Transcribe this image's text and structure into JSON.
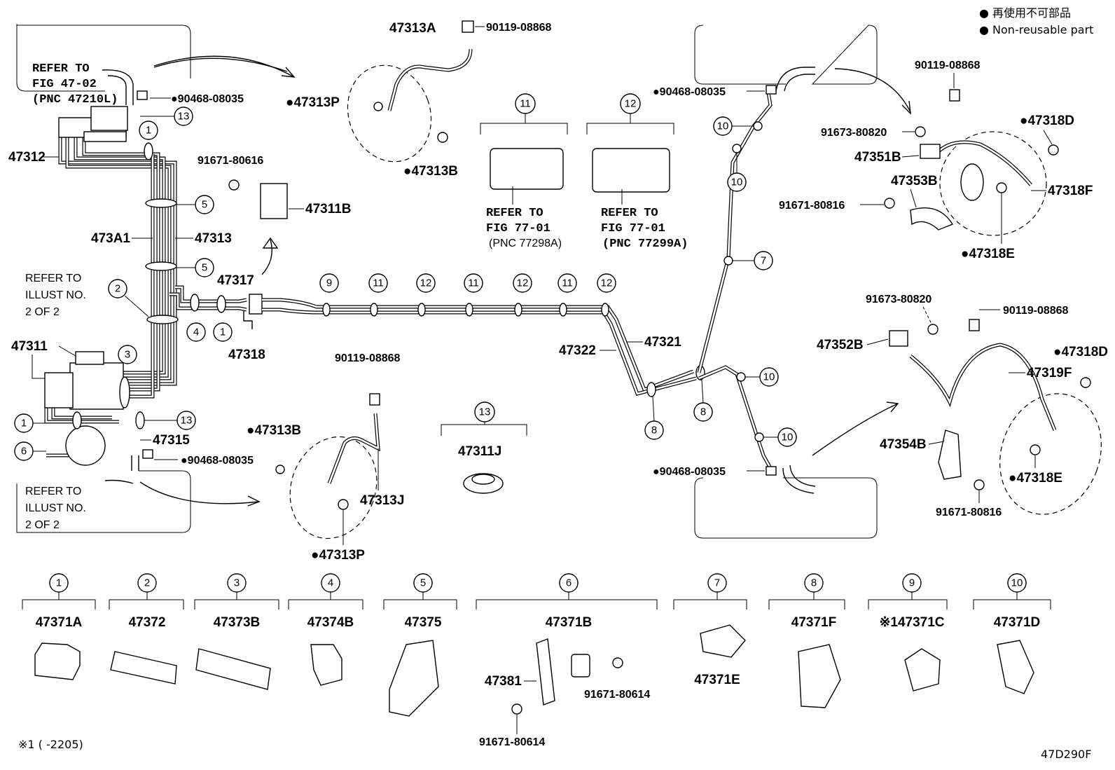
{
  "legend": {
    "line1": "● 再使用不可部品",
    "line2": "● Non-reusable part"
  },
  "labels": {
    "refer_47_02_a": "REFER TO",
    "refer_47_02_b": "FIG 47-02",
    "refer_47_02_c": "(PNC 47210L)",
    "refer_illust_top_a": "REFER TO",
    "refer_illust_top_b": "ILLUST NO.",
    "refer_illust_top_c": "2 OF 2",
    "refer_illust_bot_a": "REFER TO",
    "refer_illust_bot_b": "ILLUST NO.",
    "refer_illust_bot_c": "2 OF 2",
    "refer_77_a_1": "REFER TO",
    "refer_77_a_2": "FIG 77-01",
    "refer_77_a_3": "(PNC 77298A)",
    "refer_77_b_1": "REFER TO",
    "refer_77_b_2": "FIG 77-01",
    "refer_77_b_3": "(PNC 77299A)"
  },
  "parts": {
    "p47313A": "47313A",
    "p90119_top": "90119-08868",
    "p47313P_top": "●47313P",
    "p47313B_top": "●47313B",
    "p90468_top": "●90468-08035",
    "p47312": "47312",
    "p91671_80616": "91671-80616",
    "p47311B": "47311B",
    "p473A1": "473A1",
    "p47313": "47313",
    "p47317": "47317",
    "p47318": "47318",
    "p47311": "47311",
    "p47315": "47315",
    "p90468_bot": "●90468-08035",
    "p47313B_mid": "●47313B",
    "p90119_mid": "90119-08868",
    "p47313J": "47313J",
    "p47313P_bot": "●47313P",
    "p47311J": "47311J",
    "p47322": "47322",
    "p47321": "47321",
    "p90468_rt": "●90468-08035",
    "p90468_rb": "●90468-08035",
    "p90119_rt": "90119-08868",
    "p91673_rt": "91673-80820",
    "p47351B": "47351B",
    "p47353B": "47353B",
    "p91671_80816_rt": "91671-80816",
    "p47318D_rt": "●47318D",
    "p47318F": "47318F",
    "p47318E_rt": "●47318E",
    "p91673_rb": "91673-80820",
    "p90119_rb": "90119-08868",
    "p47352B": "47352B",
    "p47318D_rb": "●47318D",
    "p47319F": "47319F",
    "p47354B": "47354B",
    "p47318E_rb": "●47318E",
    "p91671_80816_rb": "91671-80816"
  },
  "bottom_row": [
    {
      "num": "1",
      "pn": "47371A"
    },
    {
      "num": "2",
      "pn": "47372"
    },
    {
      "num": "3",
      "pn": "47373B"
    },
    {
      "num": "4",
      "pn": "47374B"
    },
    {
      "num": "5",
      "pn": "47375"
    },
    {
      "num": "6",
      "pn": "47371B"
    },
    {
      "num": "7",
      "pn": "47371E"
    },
    {
      "num": "8",
      "pn": "47371F"
    },
    {
      "num": "9",
      "pn": "※147371C"
    },
    {
      "num": "10",
      "pn": "47371D"
    }
  ],
  "bottom_extra": {
    "p47381": "47381",
    "p91671_80614_a": "91671-80614",
    "p91671_80614_b": "91671-80614"
  },
  "footnote": "※1 (      -2205)",
  "figure_code": "47D290F",
  "callouts": {
    "c11": "11",
    "c12": "12",
    "c13": "13"
  }
}
